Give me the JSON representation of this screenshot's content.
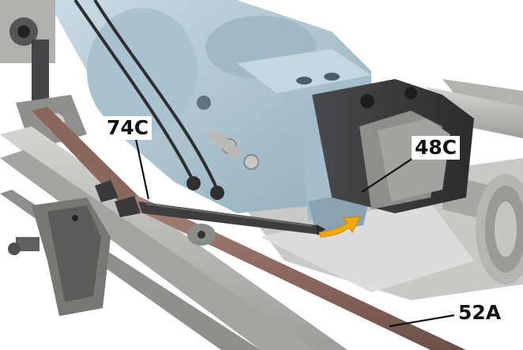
{
  "callouts": [
    {
      "id": "74C",
      "label": "74C"
    },
    {
      "id": "48C",
      "label": "48C"
    },
    {
      "id": "52A",
      "label": "52A"
    }
  ],
  "colors": {
    "transmission_body": "#b8cdd8",
    "dark_housing": "#3f3f42",
    "crossmember": "#b9b9b6",
    "exhaust_pipe": "#8c6a60",
    "direction_arrow": "#f5a800",
    "leader_line": "#111111"
  },
  "icons": {
    "direction_arrow": "curved-arrow-icon"
  }
}
